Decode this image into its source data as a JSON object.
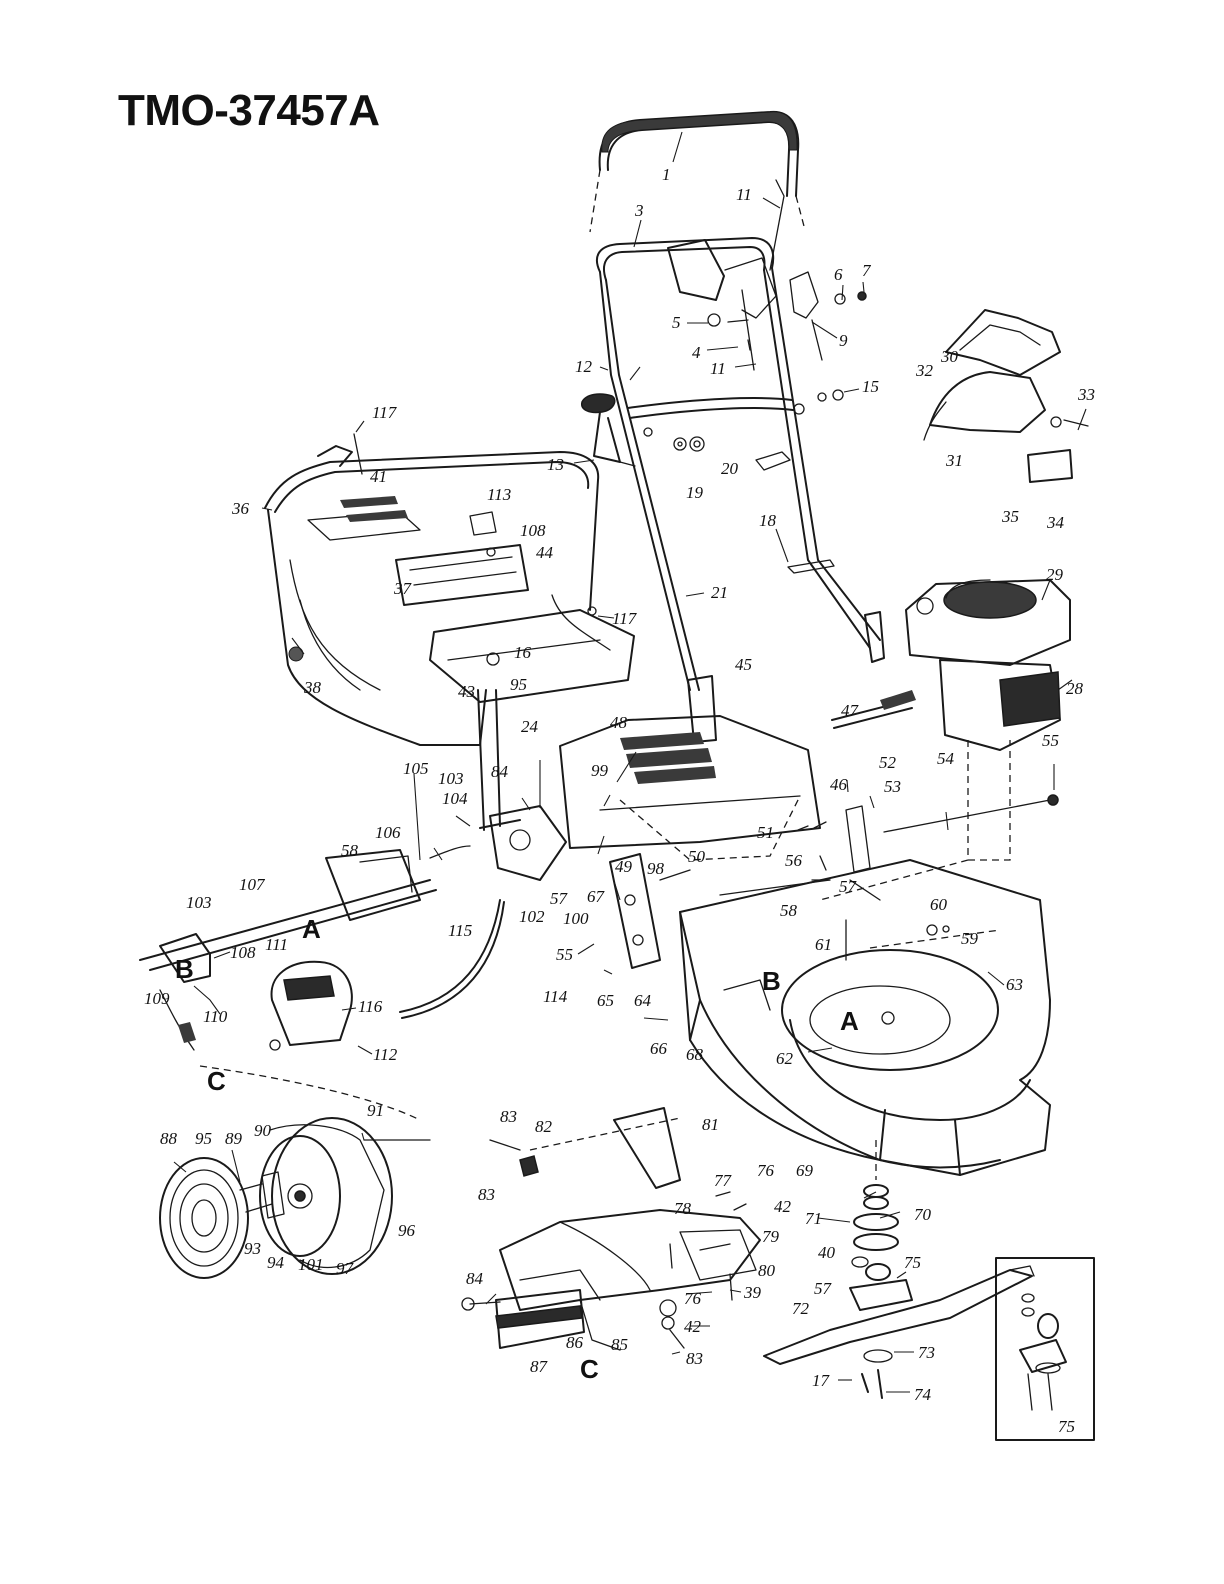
{
  "title": "TMO-37457A",
  "section_letters": [
    "A",
    "B",
    "C"
  ],
  "callouts": [
    {
      "id": "p1",
      "text": "1"
    },
    {
      "id": "p3",
      "text": "3"
    },
    {
      "id": "p11a",
      "text": "11"
    },
    {
      "id": "p6",
      "text": "6"
    },
    {
      "id": "p7",
      "text": "7"
    },
    {
      "id": "p5",
      "text": "5"
    },
    {
      "id": "p9",
      "text": "9"
    },
    {
      "id": "p4",
      "text": "4"
    },
    {
      "id": "p11b",
      "text": "11"
    },
    {
      "id": "p12",
      "text": "12"
    },
    {
      "id": "p15",
      "text": "15"
    },
    {
      "id": "p30",
      "text": "30"
    },
    {
      "id": "p32",
      "text": "32"
    },
    {
      "id": "p33",
      "text": "33"
    },
    {
      "id": "p31",
      "text": "31"
    },
    {
      "id": "p35",
      "text": "35"
    },
    {
      "id": "p34",
      "text": "34"
    },
    {
      "id": "p117a",
      "text": "117"
    },
    {
      "id": "p41",
      "text": "41"
    },
    {
      "id": "p13",
      "text": "13"
    },
    {
      "id": "p19",
      "text": "19"
    },
    {
      "id": "p20",
      "text": "20"
    },
    {
      "id": "p113",
      "text": "113"
    },
    {
      "id": "p36",
      "text": "36"
    },
    {
      "id": "p108a",
      "text": "108"
    },
    {
      "id": "p44",
      "text": "44"
    },
    {
      "id": "p18",
      "text": "18"
    },
    {
      "id": "p37",
      "text": "37"
    },
    {
      "id": "p29",
      "text": "29"
    },
    {
      "id": "p21",
      "text": "21"
    },
    {
      "id": "p117b",
      "text": "117"
    },
    {
      "id": "p16",
      "text": "16"
    },
    {
      "id": "p95a",
      "text": "95"
    },
    {
      "id": "p45",
      "text": "45"
    },
    {
      "id": "p43",
      "text": "43"
    },
    {
      "id": "p38",
      "text": "38"
    },
    {
      "id": "p28",
      "text": "28"
    },
    {
      "id": "p48",
      "text": "48"
    },
    {
      "id": "p24",
      "text": "24"
    },
    {
      "id": "p47",
      "text": "47"
    },
    {
      "id": "p55a",
      "text": "55"
    },
    {
      "id": "p54",
      "text": "54"
    },
    {
      "id": "p105",
      "text": "105"
    },
    {
      "id": "p84a",
      "text": "84"
    },
    {
      "id": "p103a",
      "text": "103"
    },
    {
      "id": "p99",
      "text": "99"
    },
    {
      "id": "p104",
      "text": "104"
    },
    {
      "id": "p46",
      "text": "46"
    },
    {
      "id": "p52",
      "text": "52"
    },
    {
      "id": "p53",
      "text": "53"
    },
    {
      "id": "p106",
      "text": "106"
    },
    {
      "id": "p58a",
      "text": "58"
    },
    {
      "id": "p51",
      "text": "51"
    },
    {
      "id": "p49",
      "text": "49"
    },
    {
      "id": "p98",
      "text": "98"
    },
    {
      "id": "p50",
      "text": "50"
    },
    {
      "id": "p56",
      "text": "56"
    },
    {
      "id": "p57a",
      "text": "57"
    },
    {
      "id": "p107",
      "text": "107"
    },
    {
      "id": "p57b",
      "text": "57"
    },
    {
      "id": "p67",
      "text": "67"
    },
    {
      "id": "p58b",
      "text": "58"
    },
    {
      "id": "p60",
      "text": "60"
    },
    {
      "id": "p103b",
      "text": "103"
    },
    {
      "id": "p102",
      "text": "102"
    },
    {
      "id": "p100",
      "text": "100"
    },
    {
      "id": "p115",
      "text": "115"
    },
    {
      "id": "p59",
      "text": "59"
    },
    {
      "id": "p108b",
      "text": "108"
    },
    {
      "id": "p111",
      "text": "111"
    },
    {
      "id": "p61",
      "text": "61"
    },
    {
      "id": "p55b",
      "text": "55"
    },
    {
      "id": "p63",
      "text": "63"
    },
    {
      "id": "p109",
      "text": "109"
    },
    {
      "id": "p116",
      "text": "116"
    },
    {
      "id": "p114",
      "text": "114"
    },
    {
      "id": "p65",
      "text": "65"
    },
    {
      "id": "p64",
      "text": "64"
    },
    {
      "id": "p110",
      "text": "110"
    },
    {
      "id": "p112",
      "text": "112"
    },
    {
      "id": "p66",
      "text": "66"
    },
    {
      "id": "p68",
      "text": "68"
    },
    {
      "id": "p62",
      "text": "62"
    },
    {
      "id": "p91",
      "text": "91"
    },
    {
      "id": "p83a",
      "text": "83"
    },
    {
      "id": "p82",
      "text": "82"
    },
    {
      "id": "p81",
      "text": "81"
    },
    {
      "id": "p88",
      "text": "88"
    },
    {
      "id": "p95b",
      "text": "95"
    },
    {
      "id": "p89",
      "text": "89"
    },
    {
      "id": "p90",
      "text": "90"
    },
    {
      "id": "p69",
      "text": "69"
    },
    {
      "id": "p70",
      "text": "70"
    },
    {
      "id": "p77",
      "text": "77"
    },
    {
      "id": "p76a",
      "text": "76"
    },
    {
      "id": "p42a",
      "text": "42"
    },
    {
      "id": "p83b",
      "text": "83"
    },
    {
      "id": "p96",
      "text": "96"
    },
    {
      "id": "p78",
      "text": "78"
    },
    {
      "id": "p71",
      "text": "71"
    },
    {
      "id": "p79",
      "text": "79"
    },
    {
      "id": "p93",
      "text": "93"
    },
    {
      "id": "p94",
      "text": "94"
    },
    {
      "id": "p101",
      "text": "101"
    },
    {
      "id": "p97",
      "text": "97"
    },
    {
      "id": "p80",
      "text": "80"
    },
    {
      "id": "p40",
      "text": "40"
    },
    {
      "id": "p75a",
      "text": "75"
    },
    {
      "id": "p84b",
      "text": "84"
    },
    {
      "id": "p39",
      "text": "39"
    },
    {
      "id": "p57c",
      "text": "57"
    },
    {
      "id": "p76b",
      "text": "76"
    },
    {
      "id": "p72",
      "text": "72"
    },
    {
      "id": "p42b",
      "text": "42"
    },
    {
      "id": "p86",
      "text": "86"
    },
    {
      "id": "p85",
      "text": "85"
    },
    {
      "id": "p83c",
      "text": "83"
    },
    {
      "id": "p73",
      "text": "73"
    },
    {
      "id": "p87",
      "text": "87"
    },
    {
      "id": "p17",
      "text": "17"
    },
    {
      "id": "p74",
      "text": "74"
    },
    {
      "id": "p75b",
      "text": "75"
    }
  ]
}
